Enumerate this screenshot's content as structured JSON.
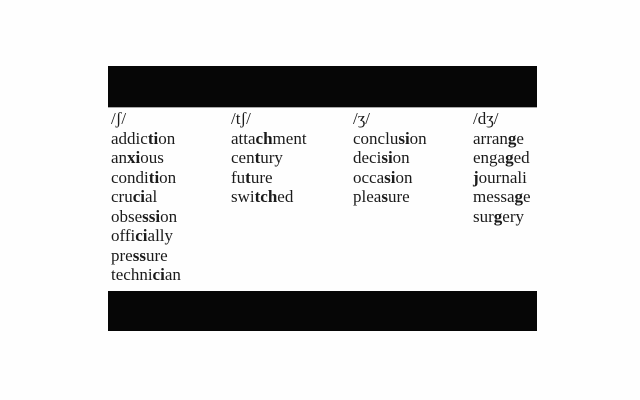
{
  "page": {
    "background": "#fefefe",
    "bar_color": "#060606",
    "text_color": "#1b1b1b"
  },
  "table": {
    "columns": [
      {
        "header": "/ʃ/",
        "words": [
          {
            "pre": "addic",
            "bold": "ti",
            "post": "on"
          },
          {
            "pre": "an",
            "bold": "xi",
            "post": "ous"
          },
          {
            "pre": "condi",
            "bold": "ti",
            "post": "on"
          },
          {
            "pre": "cru",
            "bold": "ci",
            "post": "al"
          },
          {
            "pre": "obse",
            "bold": "ssi",
            "post": "on"
          },
          {
            "pre": "offi",
            "bold": "ci",
            "post": "ally"
          },
          {
            "pre": "pre",
            "bold": "ss",
            "post": "ure"
          },
          {
            "pre": "techni",
            "bold": "ci",
            "post": "an"
          }
        ]
      },
      {
        "header": "/tʃ/",
        "words": [
          {
            "pre": "atta",
            "bold": "ch",
            "post": "ment"
          },
          {
            "pre": "cen",
            "bold": "t",
            "post": "ury"
          },
          {
            "pre": "fu",
            "bold": "t",
            "post": "ure"
          },
          {
            "pre": "swi",
            "bold": "tch",
            "post": "ed"
          }
        ]
      },
      {
        "header": "/ʒ/",
        "words": [
          {
            "pre": "conclu",
            "bold": "si",
            "post": "on"
          },
          {
            "pre": "deci",
            "bold": "si",
            "post": "on"
          },
          {
            "pre": "occa",
            "bold": "si",
            "post": "on"
          },
          {
            "pre": "plea",
            "bold": "s",
            "post": "ure"
          }
        ]
      },
      {
        "header": "/dʒ/",
        "words": [
          {
            "pre": "arran",
            "bold": "g",
            "post": "e"
          },
          {
            "pre": "enga",
            "bold": "g",
            "post": "ed"
          },
          {
            "pre": "",
            "bold": "j",
            "post": "ournali"
          },
          {
            "pre": "messa",
            "bold": "g",
            "post": "e"
          },
          {
            "pre": "sur",
            "bold": "g",
            "post": "ery"
          }
        ]
      }
    ]
  }
}
